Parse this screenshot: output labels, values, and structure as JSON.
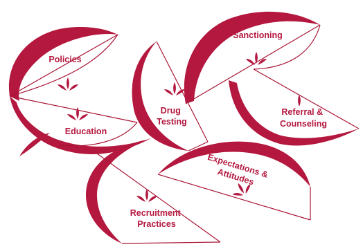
{
  "colors": {
    "accent": "#b4183f",
    "line": "#a81535",
    "background": "#ffffff"
  },
  "segments": [
    {
      "id": "policies",
      "lines": [
        "Policies"
      ]
    },
    {
      "id": "education",
      "lines": [
        "Education"
      ]
    },
    {
      "id": "drug-testing",
      "lines": [
        "Drug",
        "Testing"
      ]
    },
    {
      "id": "sanctioning",
      "lines": [
        "Sanctioning"
      ]
    },
    {
      "id": "referral-counseling",
      "lines": [
        "Referral &",
        "Counseling"
      ]
    },
    {
      "id": "expectations-attitudes",
      "lines": [
        "Expectations &",
        "Attitudes"
      ]
    },
    {
      "id": "recruitment-practices",
      "lines": [
        "Recruitment",
        "Practices"
      ]
    }
  ]
}
